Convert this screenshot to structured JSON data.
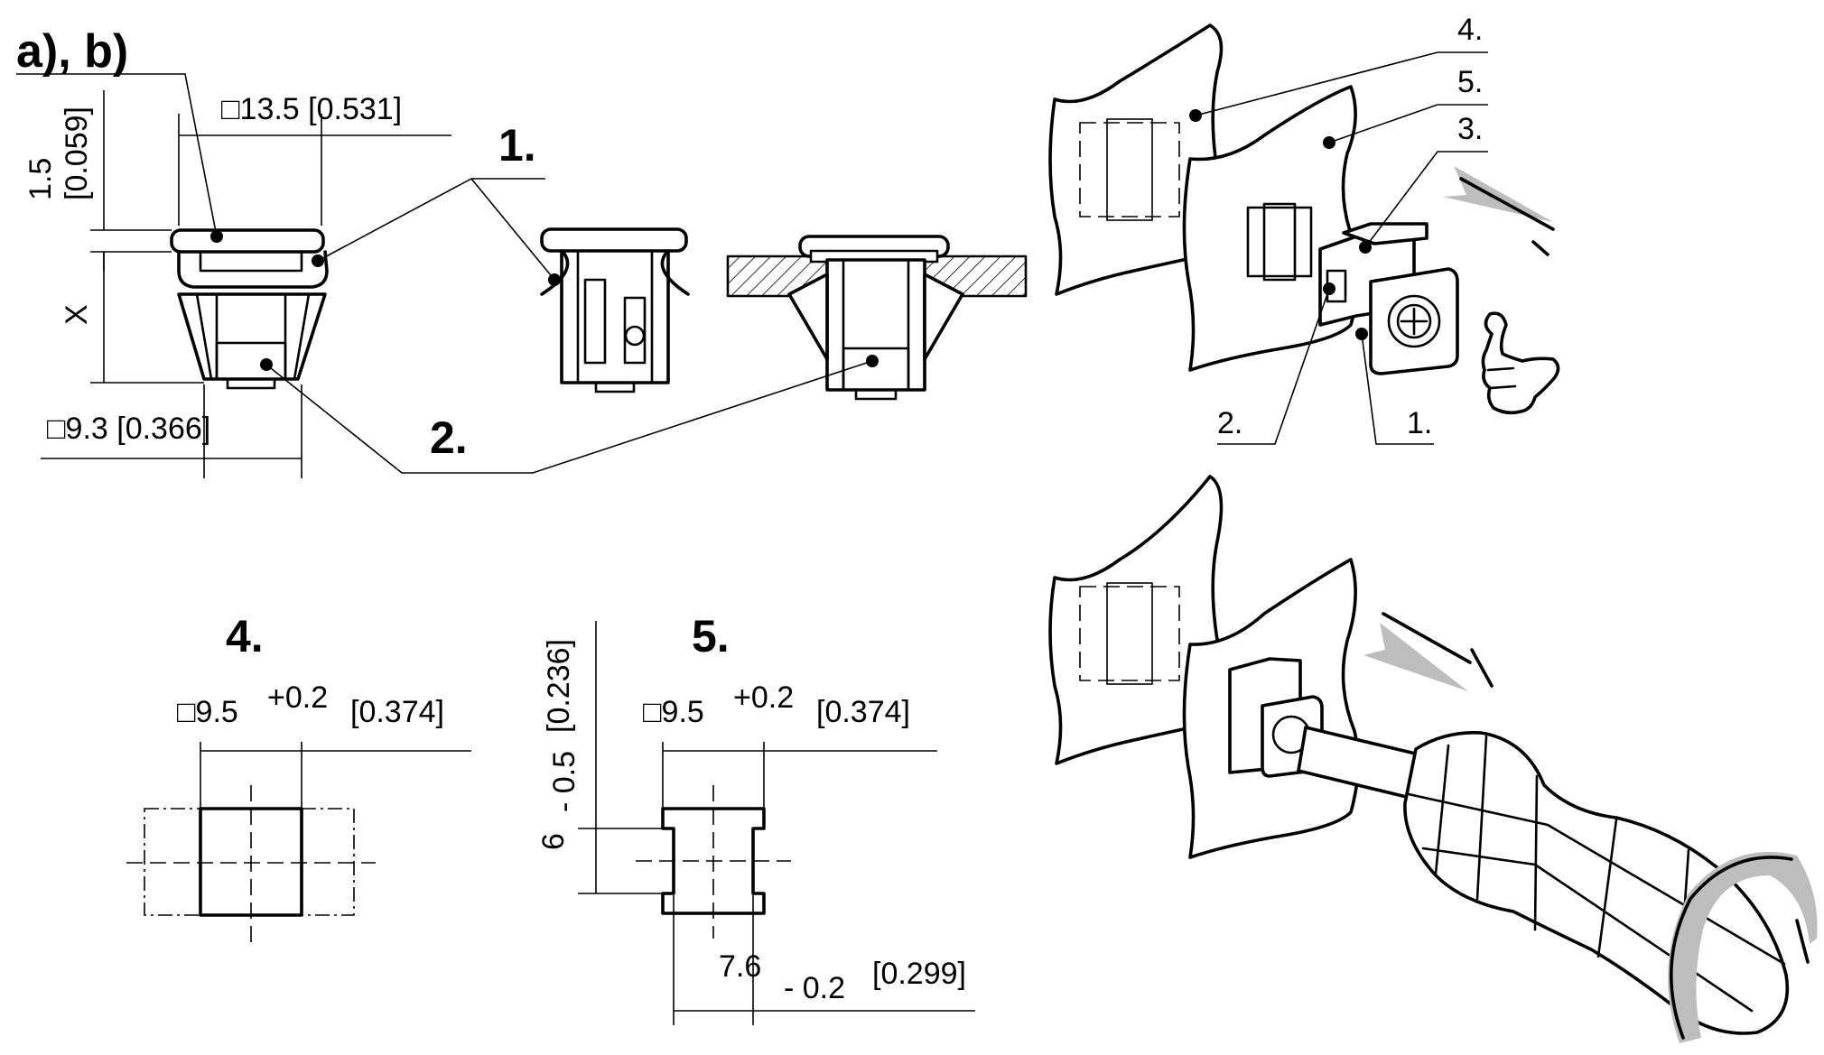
{
  "figure_label": "a), b)",
  "dimensions": {
    "square_outer": "□13.5 [0.531]",
    "square_inner": "□9.3 [0.366]",
    "flange_thickness_value": "1.5",
    "flange_thickness_inch": "[0.059]",
    "height_variable": "X",
    "cutout_4_base": "□9.5",
    "cutout_4_tol": "+0.2",
    "cutout_4_inch": "[0.374]",
    "cutout_5_base": "□9.5",
    "cutout_5_tol": "+0.2",
    "cutout_5_inch": "[0.374]",
    "slot_height_value": "6",
    "slot_height_tol": "- 0.5",
    "slot_height_inch": "[0.236]",
    "slot_width_value": "7.6",
    "slot_width_tol": "- 0.2",
    "slot_width_inch": "[0.299]"
  },
  "callouts": {
    "part_1": "1.",
    "part_2": "2.",
    "part_3": "3.",
    "part_4": "4.",
    "part_5": "5.",
    "view_4_title": "4.",
    "view_5_title": "5."
  },
  "colors": {
    "line": "#000000",
    "arrow_fill": "#bdbdbd",
    "background": "#ffffff"
  },
  "icons": {
    "thumb": "thumbs-up-icon",
    "screwdriver": "screwdriver-icon",
    "rotation": "rotation-arrow-icon"
  }
}
